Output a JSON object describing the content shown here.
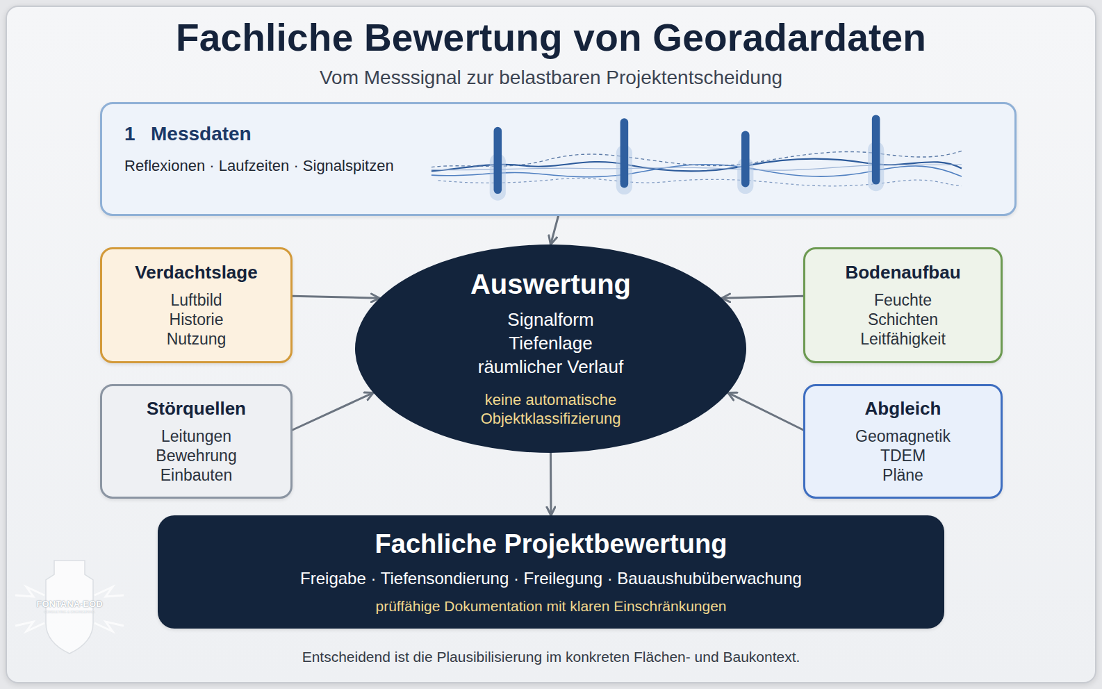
{
  "diagram": {
    "title": "Fachliche Bewertung von Georadardaten",
    "caption": "Entscheidend ist die Plausibilisierung im konkreten Flächen- und Baukontext.",
    "nodes": [
      {
        "text": [
          "1",
          "Messdaten",
          "Reflexionen · Laufzeiten · Signalspitzen"
        ]
      },
      {
        "text": [
          "Verdachtslage",
          "Luftbild Historie Nutzung"
        ]
      },
      {
        "text": [
          "Auswertung",
          "Signalform Tiefenlage räumlicher Verlauf",
          "keine automatische Objektklassifizierung"
        ]
      },
      {
        "text": [
          "Bodenaufbau",
          "Feuchte Schichten Leitfähigkeit"
        ]
      },
      {
        "text": [
          "Störquellen",
          "Leitungen Bewehrung Einbauten"
        ]
      },
      {
        "text": [
          "Abgleich",
          "Geomagnetik TDEM Pläne"
        ]
      },
      {
        "text": [
          "Fachliche Projektbewertung",
          "Freigabe · Tiefensondierung · Freilegung · Bauaushubüberwachung",
          "prüffähige Dokumentation mit klaren Einschränkungen"
        ]
      }
    ],
    "edges": [
      {
        "from": 0,
        "to": 2,
        "arrow": "to"
      },
      {
        "from": 1,
        "to": 2,
        "arrow": "to"
      },
      {
        "from": 3,
        "to": 2,
        "arrow": "to"
      },
      {
        "from": 4,
        "to": 2,
        "arrow": "to"
      },
      {
        "from": 5,
        "to": 2,
        "arrow": "to"
      },
      {
        "from": 2,
        "to": 6,
        "arrow": "to"
      }
    ],
    "labels": [
      "Vom Messsignal zur belastbaren Projektentscheidung",
      "FONTANA-EOD",
      "CONSULTING & ENGINEERING"
    ]
  }
}
